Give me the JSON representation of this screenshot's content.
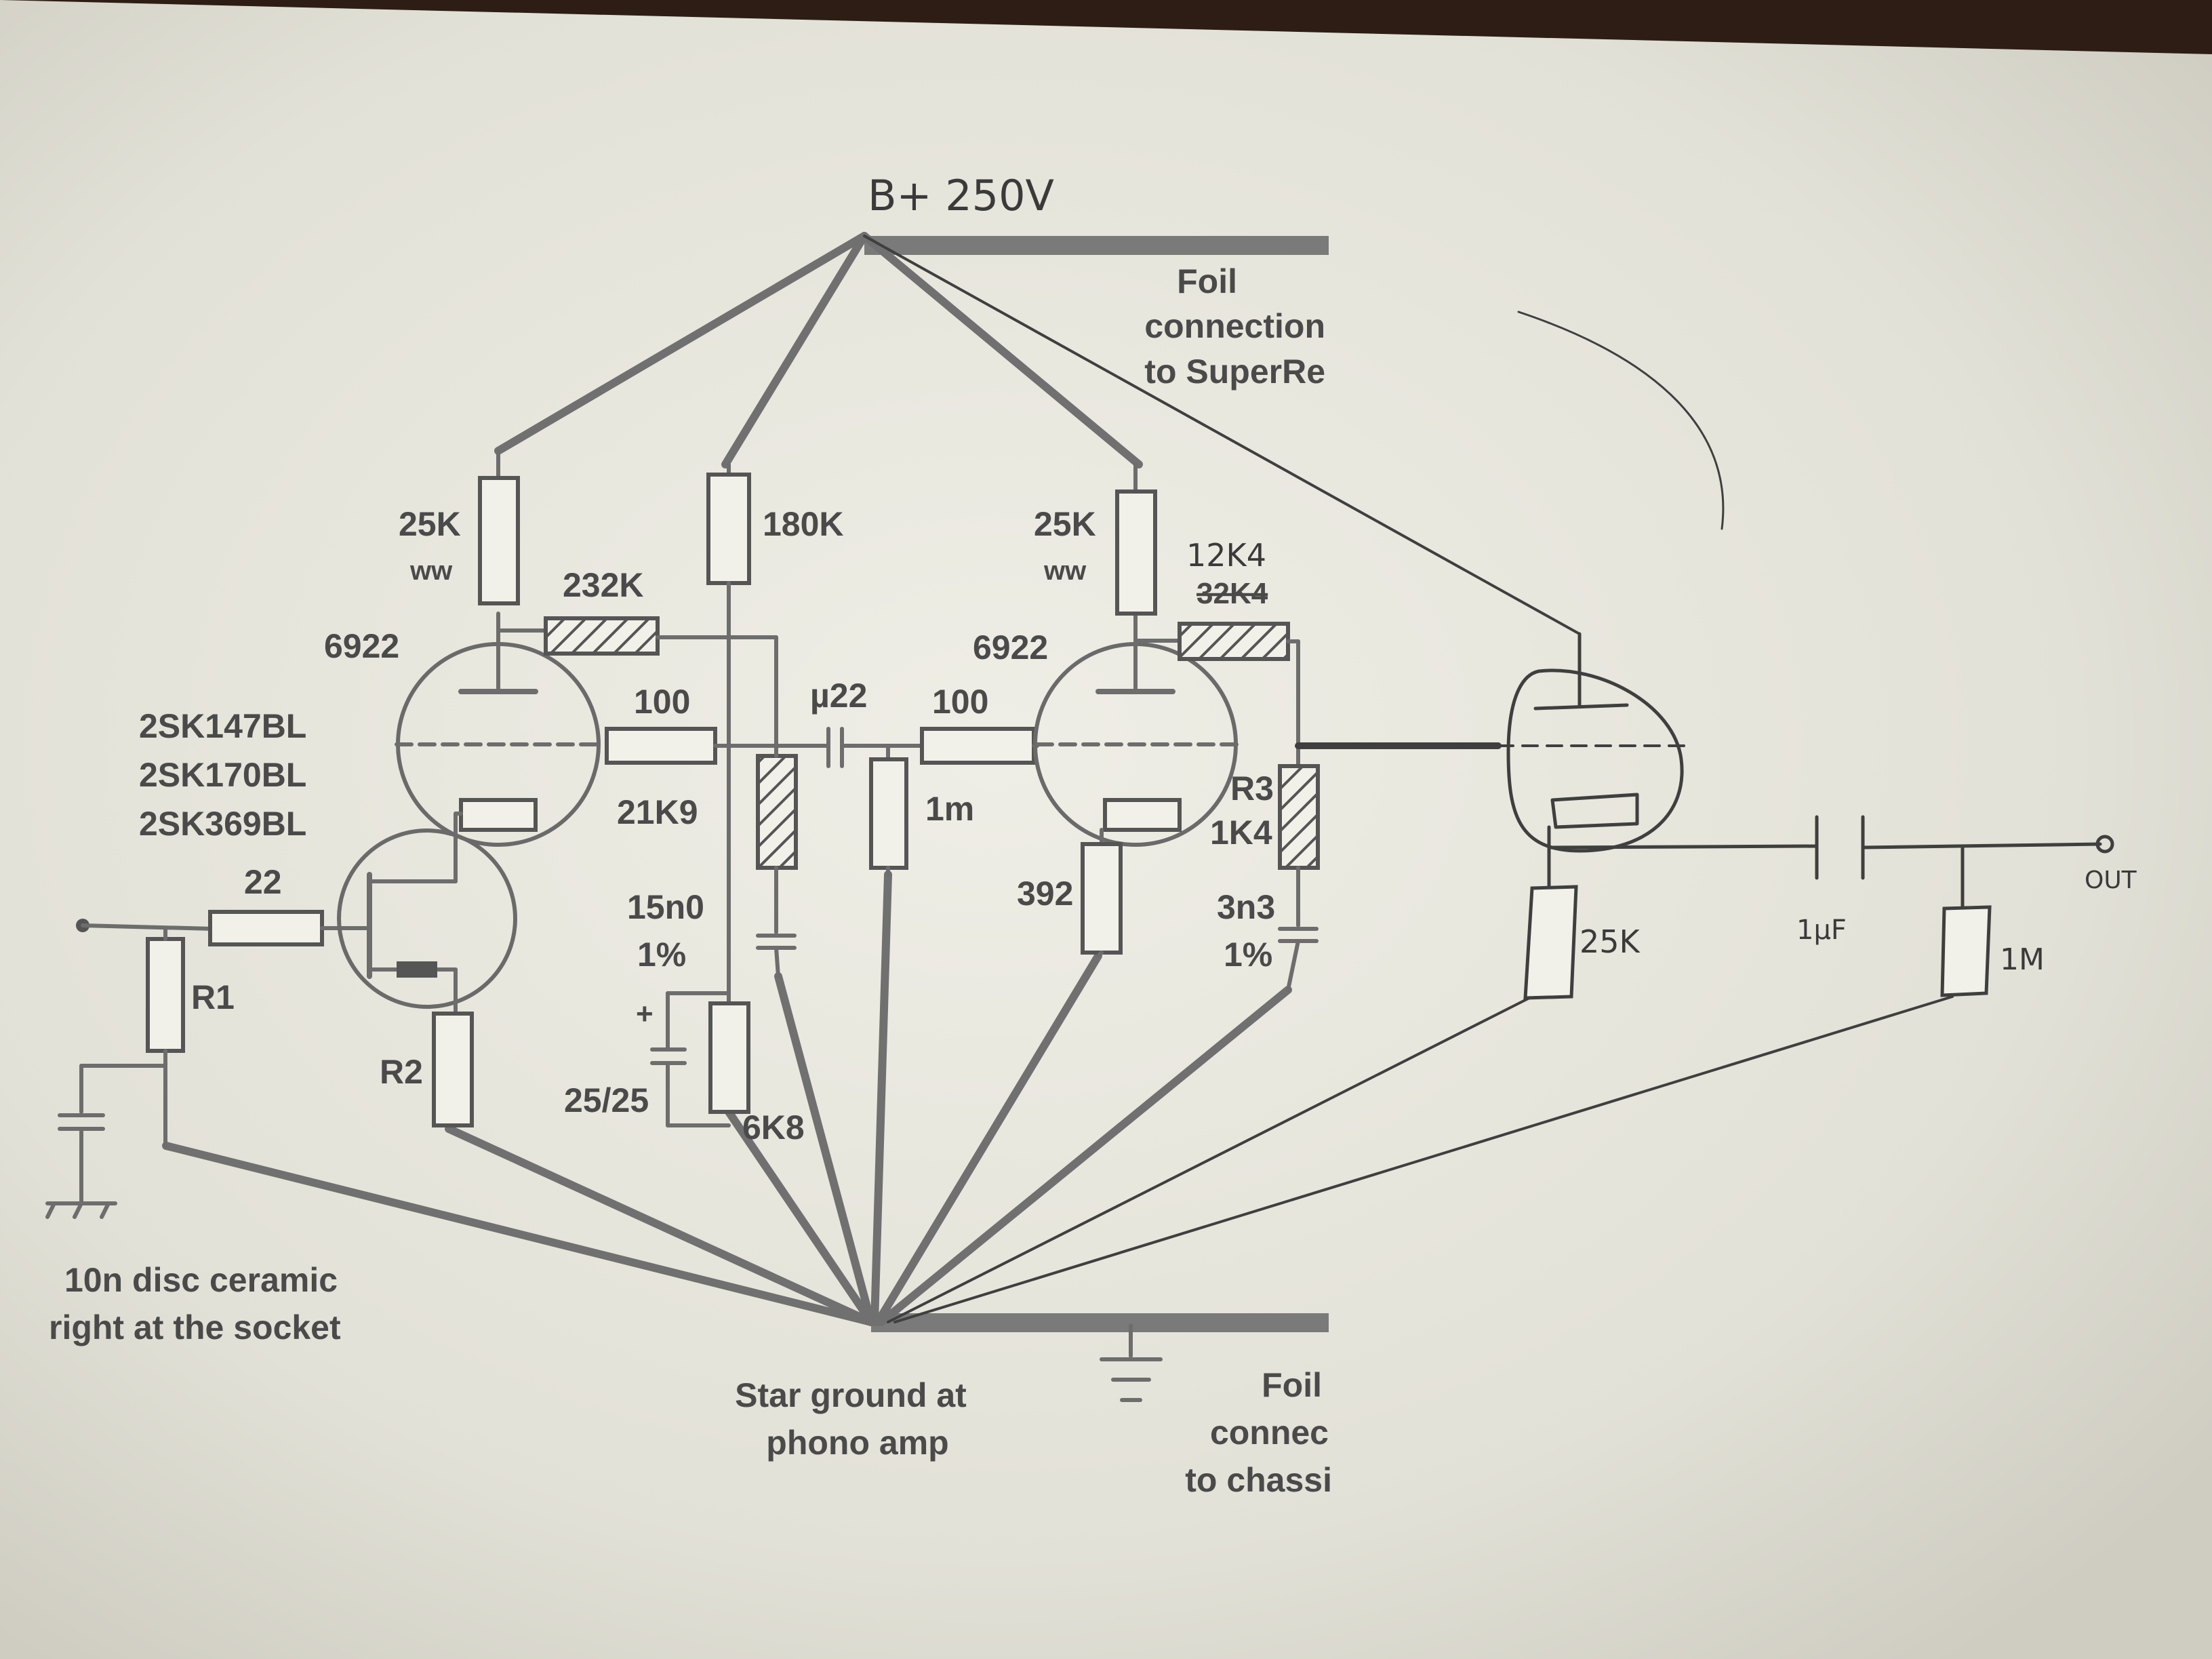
{
  "supply": {
    "label": "B+ 250V"
  },
  "foil_top": {
    "line1": "Foil",
    "line2": "connection",
    "line3": "to SuperRe"
  },
  "foil_bottom": {
    "line1": "Foil",
    "line2": "connec",
    "line3": "to chassi"
  },
  "star_ground": {
    "line1": "Star ground at",
    "line2": "phono amp"
  },
  "input_note": {
    "line1": "10n disc ceramic",
    "line2": "right at the socket"
  },
  "fets": {
    "line1": "2SK147BL",
    "line2": "2SK170BL",
    "line3": "2SK369BL"
  },
  "stage1": {
    "tube": "6922",
    "plate_resistor": "25K",
    "plate_resistor_type": "ww",
    "grid_resistor": "100",
    "feedback_resistor": "232K"
  },
  "stage2": {
    "tube": "6922",
    "plate_resistor": "25K",
    "plate_resistor_type": "ww",
    "grid_resistor": "100",
    "cathode_resistor": "392",
    "feedback_value_new": "12K4",
    "feedback_value_old": "32K4",
    "r3_name": "R3",
    "r3_value": "1K4",
    "cap_value": "3n3",
    "cap_tol": "1%"
  },
  "eq": {
    "r180": "180K",
    "r21k9": "21K9",
    "c15n": "15n0",
    "c15n_tol": "1%",
    "coupling_cap": "µ22",
    "grid_leak": "1m",
    "bypass_cap": "25/25",
    "r6k8": "6K8"
  },
  "input": {
    "r1": "R1",
    "r22": "22",
    "r2": "R2"
  },
  "output": {
    "r25k": "25K",
    "cap": "1µF",
    "r1m": "1M",
    "out": "OUT"
  }
}
